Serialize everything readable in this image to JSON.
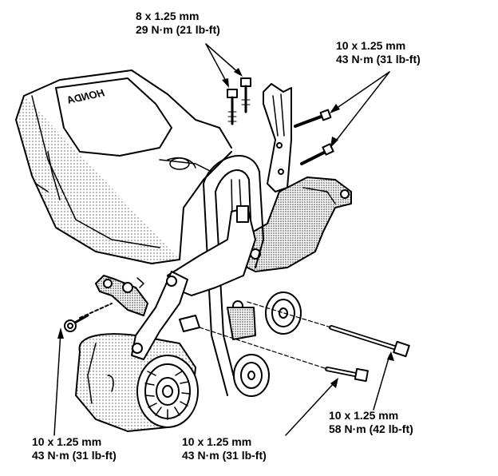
{
  "engine": {
    "brand_logo": "HONDA"
  },
  "callouts": [
    {
      "size": "8 x 1.25 mm",
      "torque": "29 N·m (21 lb-ft)"
    },
    {
      "size": "10 x 1.25 mm",
      "torque": "43 N·m (31 lb-ft)"
    },
    {
      "size": "10 x 1.25 mm",
      "torque": "58 N·m (42 lb-ft)"
    },
    {
      "size": "10 x 1.25 mm",
      "torque": "43 N·m (31 lb-ft)"
    },
    {
      "size": "10 x 1.25 mm",
      "torque": "43 N·m (31 lb-ft)"
    }
  ]
}
